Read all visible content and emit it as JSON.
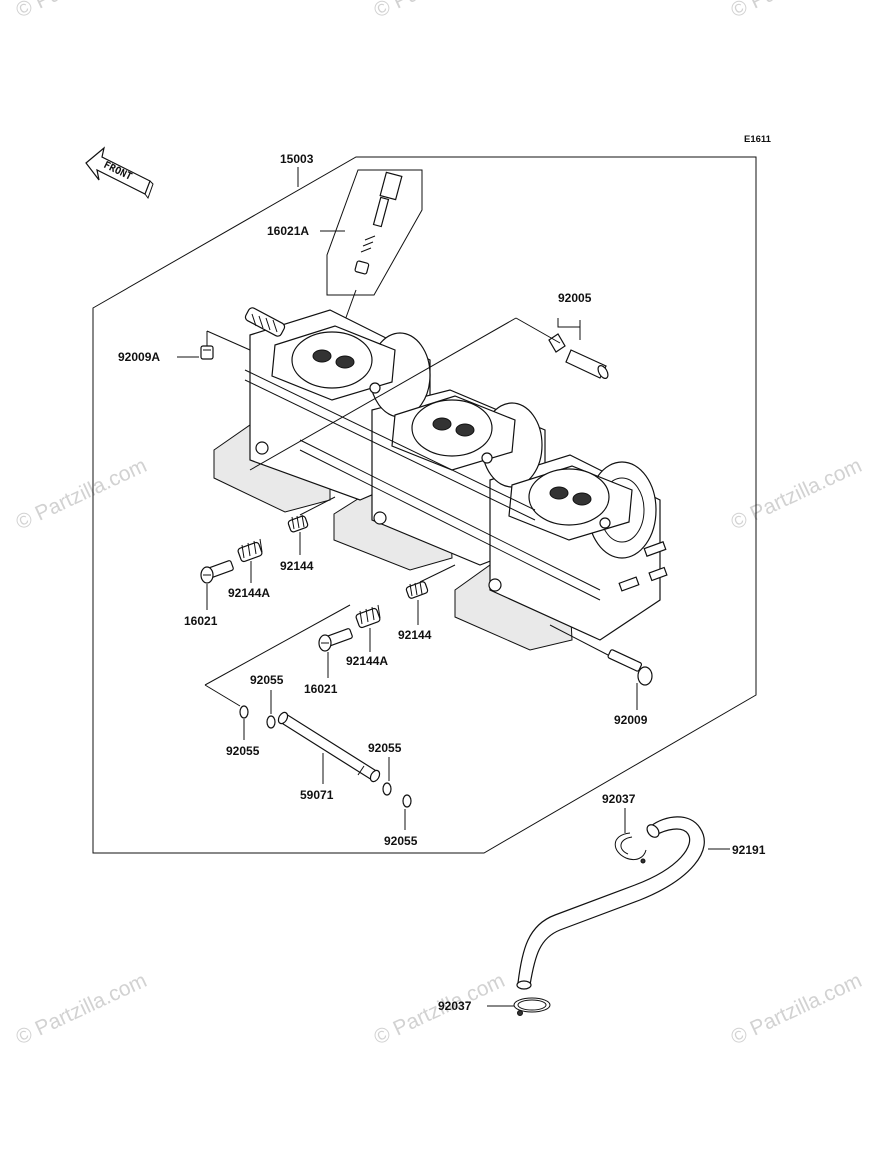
{
  "diagram_code": "E1611",
  "front_label": "FRONT",
  "watermark_text": "© Partzilla.com",
  "part_labels": {
    "assembly": "15003",
    "pilot_screw_set": "16021A",
    "carb_cap": "92005",
    "screw_top": "92009A",
    "spring_1": "92144",
    "spring_a_1": "92144A",
    "screw_1": "16021",
    "spring_2": "92144",
    "spring_a_2": "92144A",
    "screw_2": "16021",
    "oring_top": "92055",
    "oring_left": "92055",
    "oring_right_top": "92055",
    "oring_right_bottom": "92055",
    "pipe": "59071",
    "bolt": "92009",
    "clamp_top": "92037",
    "hose": "92191",
    "clamp_bottom": "92037"
  }
}
